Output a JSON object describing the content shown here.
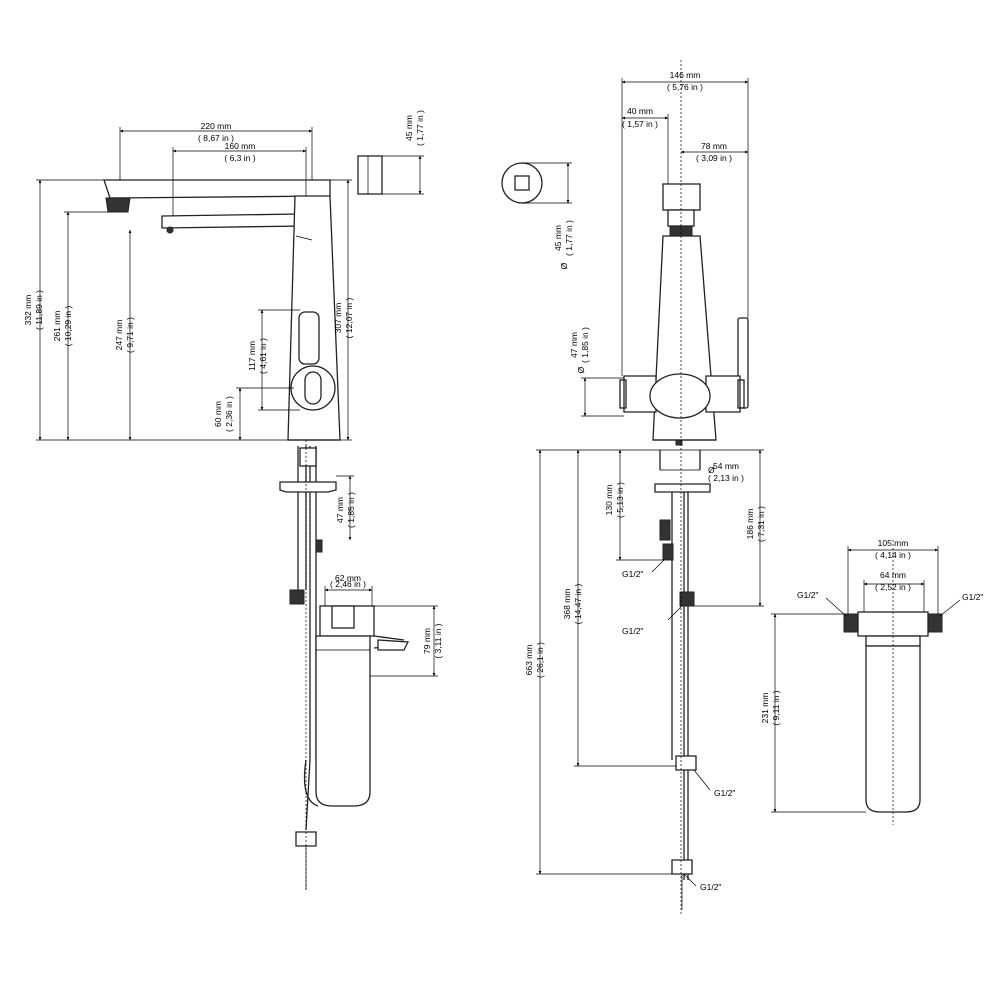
{
  "dimensions": {
    "d220": "220 mm",
    "d220_in": "( 8,67 in )",
    "d160": "160 mm",
    "d160_in": "( 6,3 in )",
    "d45a": "45 mm",
    "d45a_in": "( 1,77 in )",
    "d332": "332 mm",
    "d332_in": "( 11,89 in )",
    "d261": "261 mm",
    "d261_in": "( 10,29 in )",
    "d247": "247 mm",
    "d247_in": "( 9,71 in )",
    "d307": "307 mm",
    "d307_in": "( 12,07 in )",
    "d117": "117 mm",
    "d117_in": "( 4,61 in )",
    "d60": "60 mm",
    "d60_in": "( 2,36 in )",
    "d47a": "47 mm",
    "d47a_in": "( 1,85 in )",
    "d62": "62 mm",
    "d62_in": "( 2,46 in )",
    "d79": "79 mm",
    "d79_in": "( 3,11 in )",
    "d146": "146 mm",
    "d146_in": "( 5,76 in )",
    "d40": "40 mm",
    "d40_in": "( 1,57 in )",
    "d78": "78 mm",
    "d78_in": "( 3,09 in )",
    "d45b": "45 mm",
    "d45b_in": "( 1,77 in )",
    "d47b": "47 mm",
    "d47b_in": "( 1,85 in )",
    "d54": "54 mm",
    "d54_in": "( 2,13 in )",
    "d130": "130 mm",
    "d130_in": "( 5,13 in )",
    "d186": "186 mm",
    "d186_in": "( 7,31 in )",
    "d368": "368 mm",
    "d368_in": "( 14,47 in )",
    "d663": "663 mm",
    "d663_in": "( 26,1 in )",
    "d105": "105 mm",
    "d105_in": "( 4,14 in )",
    "d64": "64 mm",
    "d64_in": "( 2,52 in )",
    "d231": "231 mm",
    "d231_in": "( 9,11 in )"
  },
  "symbols": {
    "diameter": "Ø"
  },
  "thread_labels": {
    "g1": "G1/2\"",
    "g2": "G1/2\"",
    "g3": "G1/2\"",
    "g4": "G1/2\"",
    "g5": "G1/2\"",
    "g6": "G1/2\""
  }
}
